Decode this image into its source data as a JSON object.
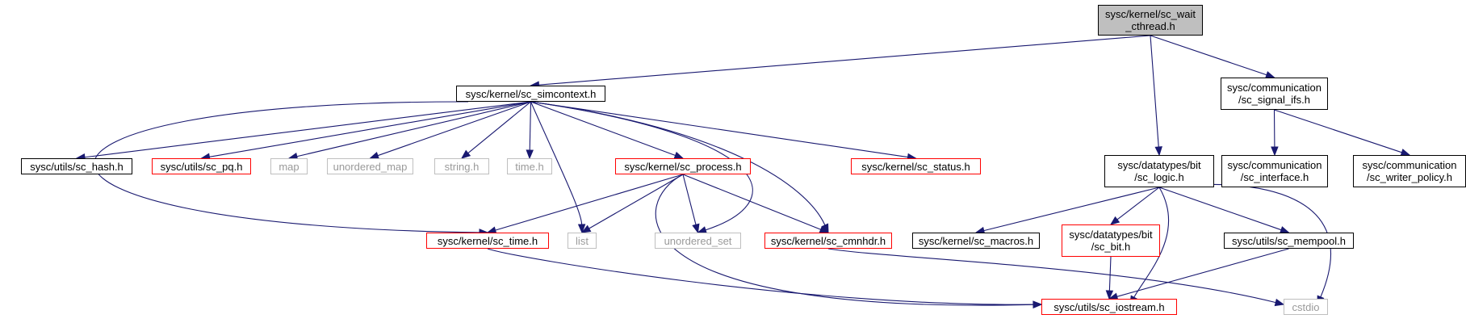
{
  "colors": {
    "edge": "#191970",
    "border_default": "#000000",
    "border_incomplete": "#ff0000",
    "border_external": "#bfbfbf",
    "fill_current": "#bfbfbf"
  },
  "nodes": [
    {
      "id": "wait_cthread",
      "label": "sysc/kernel/sc_wait\n_cthread.h",
      "style": "current"
    },
    {
      "id": "simcontext",
      "label": "sysc/kernel/sc_simcontext.h",
      "style": "default"
    },
    {
      "id": "signal_ifs",
      "label": "sysc/communication\n/sc_signal_ifs.h",
      "style": "default"
    },
    {
      "id": "logic",
      "label": "sysc/datatypes/bit\n/sc_logic.h",
      "style": "default"
    },
    {
      "id": "hash",
      "label": "sysc/utils/sc_hash.h",
      "style": "default"
    },
    {
      "id": "pq",
      "label": "sysc/utils/sc_pq.h",
      "style": "red"
    },
    {
      "id": "map",
      "label": "map",
      "style": "gray"
    },
    {
      "id": "unordered_map",
      "label": "unordered_map",
      "style": "gray"
    },
    {
      "id": "string",
      "label": "string.h",
      "style": "gray"
    },
    {
      "id": "time_h",
      "label": "time.h",
      "style": "gray"
    },
    {
      "id": "process",
      "label": "sysc/kernel/sc_process.h",
      "style": "red"
    },
    {
      "id": "status",
      "label": "sysc/kernel/sc_status.h",
      "style": "red"
    },
    {
      "id": "interface",
      "label": "sysc/communication\n/sc_interface.h",
      "style": "default"
    },
    {
      "id": "writer_policy",
      "label": "sysc/communication\n/sc_writer_policy.h",
      "style": "default"
    },
    {
      "id": "sc_time",
      "label": "sysc/kernel/sc_time.h",
      "style": "red"
    },
    {
      "id": "list",
      "label": "list",
      "style": "gray"
    },
    {
      "id": "unordered_set",
      "label": "unordered_set",
      "style": "gray"
    },
    {
      "id": "cmnhdr",
      "label": "sysc/kernel/sc_cmnhdr.h",
      "style": "red"
    },
    {
      "id": "macros",
      "label": "sysc/kernel/sc_macros.h",
      "style": "default"
    },
    {
      "id": "sc_bit",
      "label": "sysc/datatypes/bit\n/sc_bit.h",
      "style": "red"
    },
    {
      "id": "mempool",
      "label": "sysc/utils/sc_mempool.h",
      "style": "default"
    },
    {
      "id": "iostream",
      "label": "sysc/utils/sc_iostream.h",
      "style": "red"
    },
    {
      "id": "cstdio",
      "label": "cstdio",
      "style": "gray"
    }
  ],
  "edges": [
    [
      "wait_cthread",
      "simcontext"
    ],
    [
      "wait_cthread",
      "signal_ifs"
    ],
    [
      "wait_cthread",
      "logic"
    ],
    [
      "simcontext",
      "hash"
    ],
    [
      "simcontext",
      "pq"
    ],
    [
      "simcontext",
      "map"
    ],
    [
      "simcontext",
      "unordered_map"
    ],
    [
      "simcontext",
      "string"
    ],
    [
      "simcontext",
      "time_h"
    ],
    [
      "simcontext",
      "process"
    ],
    [
      "simcontext",
      "status"
    ],
    [
      "simcontext",
      "sc_time"
    ],
    [
      "simcontext",
      "list"
    ],
    [
      "simcontext",
      "unordered_set"
    ],
    [
      "simcontext",
      "cmnhdr"
    ],
    [
      "signal_ifs",
      "interface"
    ],
    [
      "signal_ifs",
      "writer_policy"
    ],
    [
      "logic",
      "macros"
    ],
    [
      "logic",
      "sc_bit"
    ],
    [
      "logic",
      "mempool"
    ],
    [
      "logic",
      "iostream"
    ],
    [
      "logic",
      "cstdio"
    ],
    [
      "process",
      "sc_time"
    ],
    [
      "process",
      "list"
    ],
    [
      "process",
      "unordered_set"
    ],
    [
      "process",
      "cmnhdr"
    ],
    [
      "process",
      "iostream"
    ],
    [
      "sc_time",
      "iostream"
    ],
    [
      "cmnhdr",
      "cstdio"
    ],
    [
      "sc_bit",
      "iostream"
    ],
    [
      "mempool",
      "iostream"
    ]
  ]
}
